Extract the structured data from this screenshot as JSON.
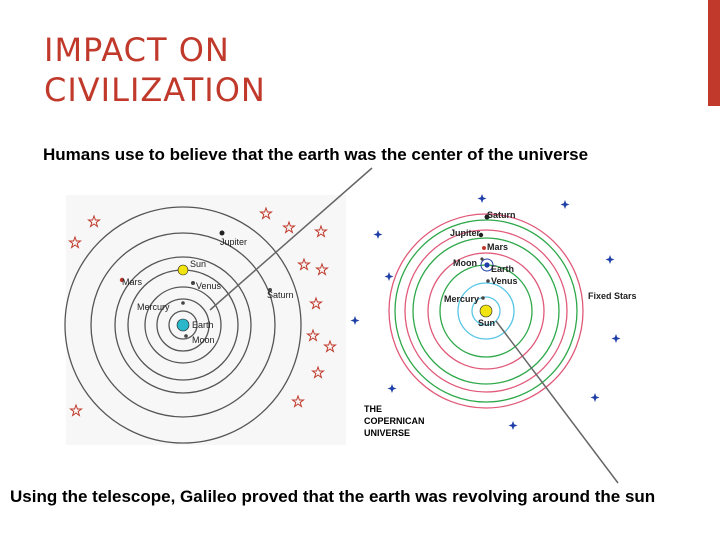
{
  "slide": {
    "title_line1": "IMPACT ON",
    "title_line2": "CIVILIZATION",
    "caption_top": "Humans use to believe that the earth was the center of the universe",
    "caption_bottom": "Using the telescope, Galileo proved that the earth was revolving around the sun"
  },
  "geocentric": {
    "labels": {
      "jupiter": "Jupiter",
      "sun": "Sun",
      "venus": "Venus",
      "mars": "Mars",
      "saturn": "Saturn",
      "mercury": "Mercury",
      "earth": "Earth",
      "moon": "Moon"
    }
  },
  "heliocentric": {
    "labels": {
      "saturn": "Saturn",
      "jupiter": "Jupiter",
      "mars": "Mars",
      "moon": "Moon",
      "earth": "Earth",
      "venus": "Venus",
      "mercury": "Mercury",
      "sun": "Sun",
      "fixed_stars": "Fixed Stars"
    },
    "title_line1": "THE",
    "title_line2": "COPERNICAN",
    "title_line3": "UNIVERSE"
  },
  "colors": {
    "accent": "#c0392b",
    "star_outline": "#c0392b",
    "fixed_star": "#1f3fa8",
    "sun": "#f1e40f",
    "earth": "#2ab7c9",
    "mars": "#c0392b"
  }
}
